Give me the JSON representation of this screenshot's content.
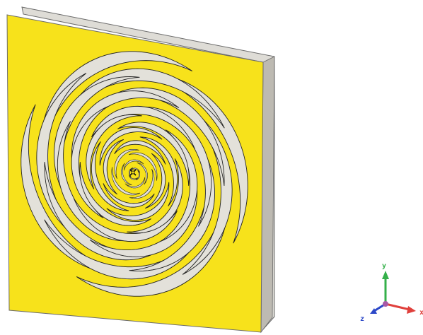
{
  "scene": {
    "colors": {
      "background": "#ffffff",
      "copper": "#f7e21b",
      "copper_shade": "#d9c300",
      "substrate": "#dedcd6",
      "substrate_edge": "#bdbab2",
      "slot": "#e3e1da",
      "slot_outline": "#232323",
      "outline": "#6b6b6b"
    },
    "spiral": {
      "arms": 4,
      "rings": 11
    }
  },
  "axes": {
    "y_label": "y",
    "z_label": "z",
    "x_label": "x",
    "y_color": "#34b04a",
    "z_color": "#2c48c8",
    "x_color": "#e0403c"
  }
}
